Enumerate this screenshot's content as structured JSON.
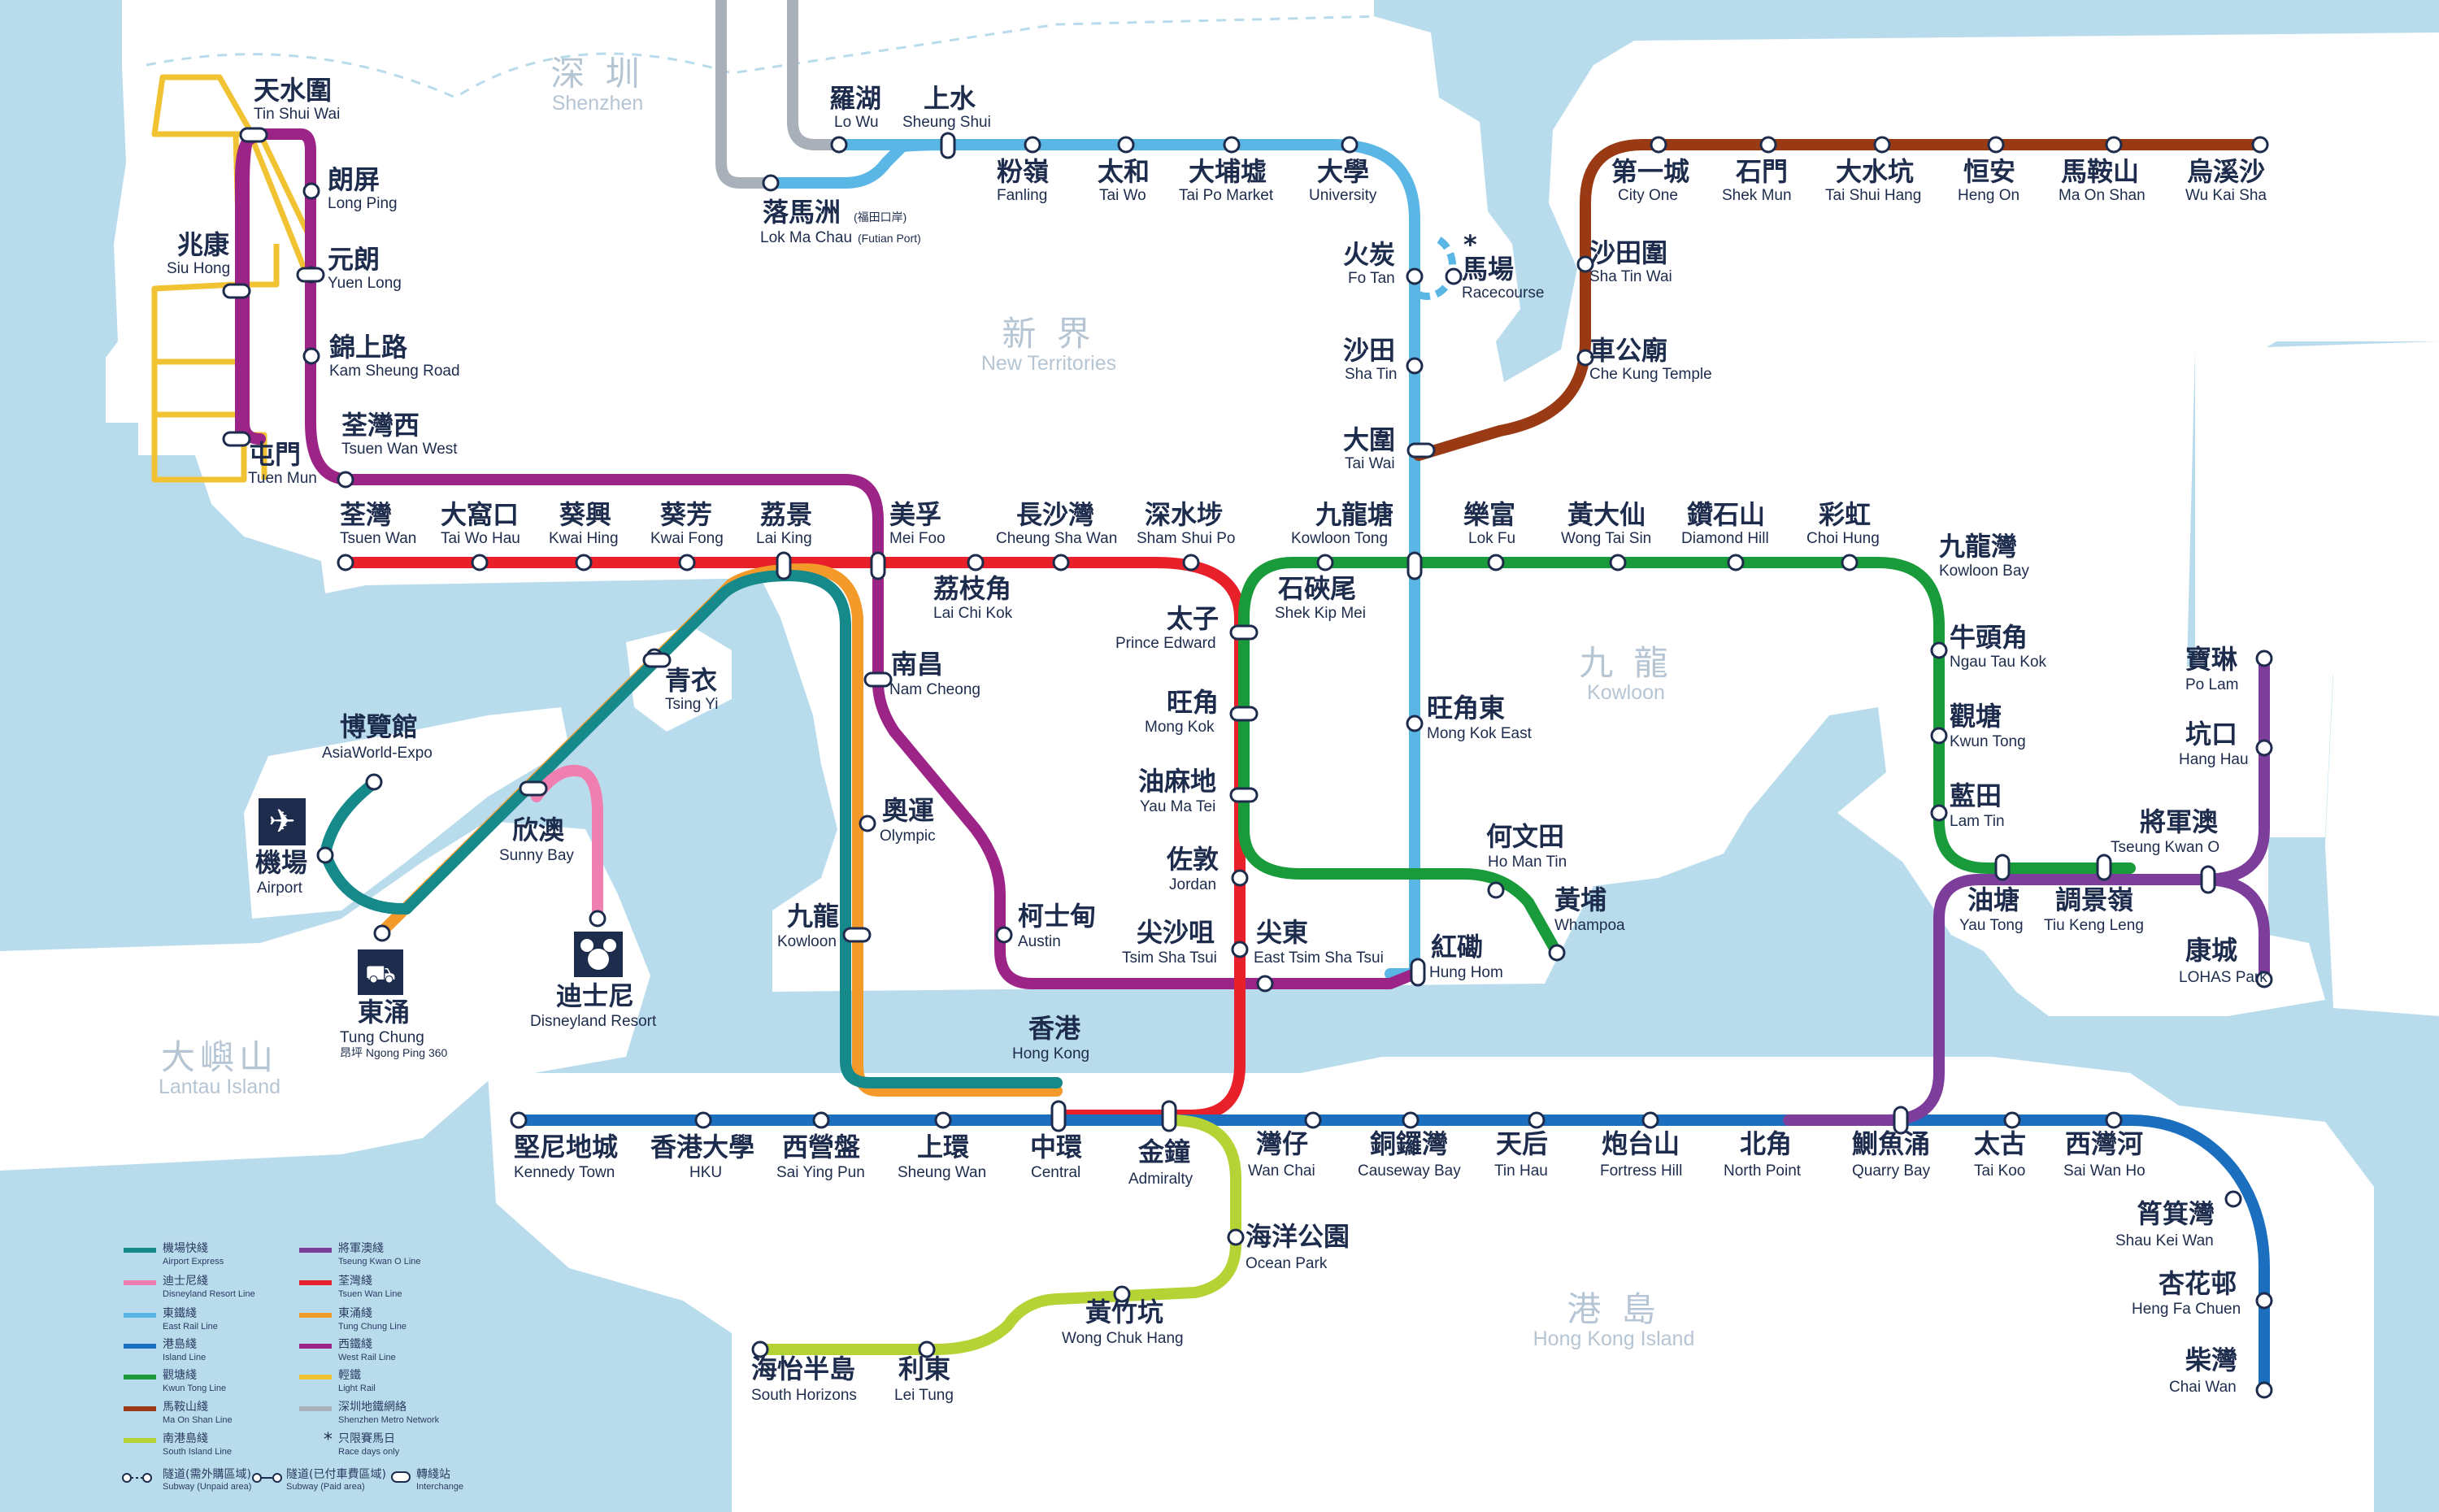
{
  "regions": [
    {
      "id": "shenzhen",
      "zh": "深 圳",
      "en": "Shenzhen"
    },
    {
      "id": "new-territories",
      "zh": "新 界",
      "en": "New Territories"
    },
    {
      "id": "kowloon",
      "zh": "九 龍",
      "en": "Kowloon"
    },
    {
      "id": "lantau",
      "zh": "大嶼山",
      "en": "Lantau Island"
    },
    {
      "id": "hk-island",
      "zh": "港 島",
      "en": "Hong Kong Island"
    }
  ],
  "lines": [
    {
      "id": "airport-express",
      "zh": "機場快綫",
      "en": "Airport Express",
      "color": "#16898a"
    },
    {
      "id": "disneyland-resort",
      "zh": "迪士尼綫",
      "en": "Disneyland Resort Line",
      "color": "#ef7fb0"
    },
    {
      "id": "east-rail",
      "zh": "東鐵綫",
      "en": "East Rail Line",
      "color": "#5ab6e5"
    },
    {
      "id": "island",
      "zh": "港島綫",
      "en": "Island Line",
      "color": "#1c6fbe"
    },
    {
      "id": "kwun-tong",
      "zh": "觀塘綫",
      "en": "Kwun Tong Line",
      "color": "#1a9b3b"
    },
    {
      "id": "ma-on-shan",
      "zh": "馬鞍山綫",
      "en": "Ma On Shan Line",
      "color": "#9a3a14"
    },
    {
      "id": "south-island",
      "zh": "南港島綫",
      "en": "South Island Line",
      "color": "#b5d335"
    },
    {
      "id": "tseung-kwan-o",
      "zh": "將軍澳綫",
      "en": "Tseung Kwan O Line",
      "color": "#7d3d9a"
    },
    {
      "id": "tsuen-wan",
      "zh": "荃灣綫",
      "en": "Tsuen Wan Line",
      "color": "#e8202a"
    },
    {
      "id": "tung-chung",
      "zh": "東涌綫",
      "en": "Tung Chung Line",
      "color": "#f39a2b"
    },
    {
      "id": "west-rail",
      "zh": "西鐵綫",
      "en": "West Rail Line",
      "color": "#9c2487"
    },
    {
      "id": "light-rail",
      "zh": "輕鐵",
      "en": "Light Rail",
      "color": "#f1c232"
    },
    {
      "id": "shenzhen-metro",
      "zh": "深圳地鐵網絡",
      "en": "Shenzhen Metro Network",
      "color": "#a9b0ba"
    }
  ],
  "legend_extra": [
    {
      "id": "race-days",
      "symbol": "*",
      "zh": "只限賽馬日",
      "en": "Race days only"
    },
    {
      "id": "subway-unpaid",
      "zh": "隧道(需外購區域)",
      "en": "Subway (Unpaid area)"
    },
    {
      "id": "subway-paid",
      "zh": "隧道(已付車費區域)",
      "en": "Subway (Paid area)"
    },
    {
      "id": "interchange",
      "zh": "轉綫站",
      "en": "Interchange"
    }
  ],
  "stations": [
    {
      "id": "tin-shui-wai",
      "zh": "天水圍",
      "en": "Tin Shui Wai"
    },
    {
      "id": "long-ping",
      "zh": "朗屏",
      "en": "Long Ping"
    },
    {
      "id": "siu-hong",
      "zh": "兆康",
      "en": "Siu Hong"
    },
    {
      "id": "yuen-long",
      "zh": "元朗",
      "en": "Yuen Long"
    },
    {
      "id": "kam-sheung-road",
      "zh": "錦上路",
      "en": "Kam Sheung Road"
    },
    {
      "id": "tsuen-wan-west",
      "zh": "荃灣西",
      "en": "Tsuen Wan West"
    },
    {
      "id": "tuen-mun",
      "zh": "屯門",
      "en": "Tuen Mun"
    },
    {
      "id": "lo-wu",
      "zh": "羅湖",
      "en": "Lo Wu"
    },
    {
      "id": "sheung-shui",
      "zh": "上水",
      "en": "Sheung Shui"
    },
    {
      "id": "lok-ma-chau",
      "zh": "落馬洲",
      "zh_sub": "(福田口岸)",
      "en": "Lok Ma Chau",
      "en_sub": "(Futian Port)"
    },
    {
      "id": "fanling",
      "zh": "粉嶺",
      "en": "Fanling"
    },
    {
      "id": "tai-wo",
      "zh": "太和",
      "en": "Tai Wo"
    },
    {
      "id": "tai-po-market",
      "zh": "大埔墟",
      "en": "Tai Po Market"
    },
    {
      "id": "university",
      "zh": "大學",
      "en": "University"
    },
    {
      "id": "fo-tan",
      "zh": "火炭",
      "en": "Fo Tan"
    },
    {
      "id": "racecourse",
      "zh": "馬場",
      "en": "Racecourse"
    },
    {
      "id": "sha-tin",
      "zh": "沙田",
      "en": "Sha Tin"
    },
    {
      "id": "tai-wai",
      "zh": "大圍",
      "en": "Tai Wai"
    },
    {
      "id": "city-one",
      "zh": "第一城",
      "en": "City One"
    },
    {
      "id": "shek-mun",
      "zh": "石門",
      "en": "Shek Mun"
    },
    {
      "id": "tai-shui-hang",
      "zh": "大水坑",
      "en": "Tai Shui Hang"
    },
    {
      "id": "heng-on",
      "zh": "恒安",
      "en": "Heng On"
    },
    {
      "id": "ma-on-shan",
      "zh": "馬鞍山",
      "en": "Ma On Shan"
    },
    {
      "id": "wu-kai-sha",
      "zh": "烏溪沙",
      "en": "Wu Kai Sha"
    },
    {
      "id": "sha-tin-wai",
      "zh": "沙田圍",
      "en": "Sha Tin Wai"
    },
    {
      "id": "che-kung-temple",
      "zh": "車公廟",
      "en": "Che Kung Temple"
    },
    {
      "id": "tsuen-wan",
      "zh": "荃灣",
      "en": "Tsuen Wan"
    },
    {
      "id": "tai-wo-hau",
      "zh": "大窩口",
      "en": "Tai Wo Hau"
    },
    {
      "id": "kwai-hing",
      "zh": "葵興",
      "en": "Kwai Hing"
    },
    {
      "id": "kwai-fong",
      "zh": "葵芳",
      "en": "Kwai Fong"
    },
    {
      "id": "lai-king",
      "zh": "荔景",
      "en": "Lai King"
    },
    {
      "id": "mei-foo",
      "zh": "美孚",
      "en": "Mei Foo"
    },
    {
      "id": "cheung-sha-wan",
      "zh": "長沙灣",
      "en": "Cheung Sha Wan"
    },
    {
      "id": "sham-shui-po",
      "zh": "深水埗",
      "en": "Sham Shui Po"
    },
    {
      "id": "kowloon-tong",
      "zh": "九龍塘",
      "en": "Kowloon Tong"
    },
    {
      "id": "lok-fu",
      "zh": "樂富",
      "en": "Lok Fu"
    },
    {
      "id": "wong-tai-sin",
      "zh": "黃大仙",
      "en": "Wong Tai Sin"
    },
    {
      "id": "diamond-hill",
      "zh": "鑽石山",
      "en": "Diamond Hill"
    },
    {
      "id": "choi-hung",
      "zh": "彩虹",
      "en": "Choi Hung"
    },
    {
      "id": "kowloon-bay",
      "zh": "九龍灣",
      "en": "Kowloon Bay"
    },
    {
      "id": "lai-chi-kok",
      "zh": "荔枝角",
      "en": "Lai Chi Kok"
    },
    {
      "id": "prince-edward",
      "zh": "太子",
      "en": "Prince Edward"
    },
    {
      "id": "shek-kip-mei",
      "zh": "石硤尾",
      "en": "Shek Kip Mei"
    },
    {
      "id": "tsing-yi",
      "zh": "青衣",
      "en": "Tsing Yi"
    },
    {
      "id": "nam-cheong",
      "zh": "南昌",
      "en": "Nam Cheong"
    },
    {
      "id": "mong-kok",
      "zh": "旺角",
      "en": "Mong Kok"
    },
    {
      "id": "mong-kok-east",
      "zh": "旺角東",
      "en": "Mong Kok East"
    },
    {
      "id": "ngau-tau-kok",
      "zh": "牛頭角",
      "en": "Ngau Tau Kok"
    },
    {
      "id": "po-lam",
      "zh": "寶琳",
      "en": "Po Lam"
    },
    {
      "id": "asiaworld-expo",
      "zh": "博覽館",
      "en": "AsiaWorld-Expo"
    },
    {
      "id": "airport",
      "zh": "機場",
      "en": "Airport"
    },
    {
      "id": "sunny-bay",
      "zh": "欣澳",
      "en": "Sunny Bay"
    },
    {
      "id": "olympic",
      "zh": "奧運",
      "en": "Olympic"
    },
    {
      "id": "yau-ma-tei",
      "zh": "油麻地",
      "en": "Yau Ma Tei"
    },
    {
      "id": "kwun-tong",
      "zh": "觀塘",
      "en": "Kwun Tong"
    },
    {
      "id": "hang-hau",
      "zh": "坑口",
      "en": "Hang Hau"
    },
    {
      "id": "lam-tin",
      "zh": "藍田",
      "en": "Lam Tin"
    },
    {
      "id": "tseung-kwan-o",
      "zh": "將軍澳",
      "en": "Tseung Kwan O"
    },
    {
      "id": "ho-man-tin",
      "zh": "何文田",
      "en": "Ho Man Tin"
    },
    {
      "id": "jordan",
      "zh": "佐敦",
      "en": "Jordan"
    },
    {
      "id": "whampoa",
      "zh": "黃埔",
      "en": "Whampoa"
    },
    {
      "id": "kowloon",
      "zh": "九龍",
      "en": "Kowloon"
    },
    {
      "id": "austin",
      "zh": "柯士甸",
      "en": "Austin"
    },
    {
      "id": "tsim-sha-tsui",
      "zh": "尖沙咀",
      "en": "Tsim Sha Tsui"
    },
    {
      "id": "east-tsim-sha-tsui",
      "zh": "尖東",
      "en": "East Tsim Sha Tsui"
    },
    {
      "id": "hung-hom",
      "zh": "紅磡",
      "en": "Hung Hom"
    },
    {
      "id": "yau-tong",
      "zh": "油塘",
      "en": "Yau Tong"
    },
    {
      "id": "tiu-keng-leng",
      "zh": "調景嶺",
      "en": "Tiu Keng Leng"
    },
    {
      "id": "lohas-park",
      "zh": "康城",
      "en": "LOHAS Park"
    },
    {
      "id": "tung-chung",
      "zh": "東涌",
      "en": "Tung Chung",
      "en_sub": "昂坪 Ngong Ping 360"
    },
    {
      "id": "disneyland-resort",
      "zh": "迪士尼",
      "en": "Disneyland Resort"
    },
    {
      "id": "hong-kong",
      "zh": "香港",
      "en": "Hong Kong"
    },
    {
      "id": "kennedy-town",
      "zh": "堅尼地城",
      "en": "Kennedy Town"
    },
    {
      "id": "hku",
      "zh": "香港大學",
      "en": "HKU"
    },
    {
      "id": "sai-ying-pun",
      "zh": "西營盤",
      "en": "Sai Ying Pun"
    },
    {
      "id": "sheung-wan",
      "zh": "上環",
      "en": "Sheung Wan"
    },
    {
      "id": "central",
      "zh": "中環",
      "en": "Central"
    },
    {
      "id": "admiralty",
      "zh": "金鐘",
      "en": "Admiralty"
    },
    {
      "id": "wan-chai",
      "zh": "灣仔",
      "en": "Wan Chai"
    },
    {
      "id": "causeway-bay",
      "zh": "銅鑼灣",
      "en": "Causeway Bay"
    },
    {
      "id": "tin-hau",
      "zh": "天后",
      "en": "Tin Hau"
    },
    {
      "id": "fortress-hill",
      "zh": "炮台山",
      "en": "Fortress Hill"
    },
    {
      "id": "north-point",
      "zh": "北角",
      "en": "North Point"
    },
    {
      "id": "quarry-bay",
      "zh": "鰂魚涌",
      "en": "Quarry Bay"
    },
    {
      "id": "tai-koo",
      "zh": "太古",
      "en": "Tai Koo"
    },
    {
      "id": "sai-wan-ho",
      "zh": "西灣河",
      "en": "Sai Wan Ho"
    },
    {
      "id": "shau-kei-wan",
      "zh": "筲箕灣",
      "en": "Shau Kei Wan"
    },
    {
      "id": "heng-fa-chuen",
      "zh": "杏花邨",
      "en": "Heng Fa Chuen"
    },
    {
      "id": "chai-wan",
      "zh": "柴灣",
      "en": "Chai Wan"
    },
    {
      "id": "ocean-park",
      "zh": "海洋公園",
      "en": "Ocean Park"
    },
    {
      "id": "wong-chuk-hang",
      "zh": "黃竹坑",
      "en": "Wong Chuk Hang"
    },
    {
      "id": "south-horizons",
      "zh": "海怡半島",
      "en": "South Horizons"
    },
    {
      "id": "lei-tung",
      "zh": "利東",
      "en": "Lei Tung"
    }
  ],
  "colors": {
    "water": "#b9dcec",
    "land": "#ffffff",
    "text": "#1d2c4c",
    "region_text": "#b6c5d3"
  }
}
